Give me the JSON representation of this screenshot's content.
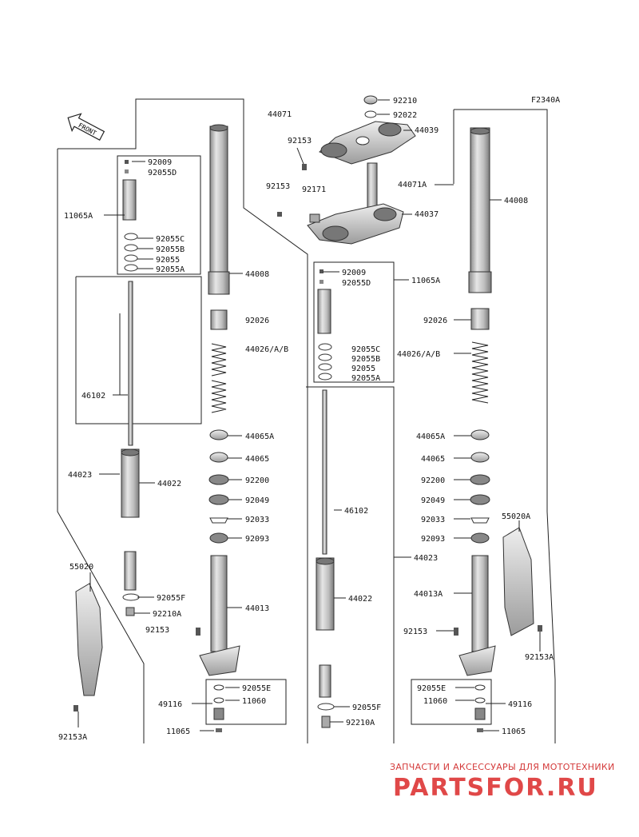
{
  "diagram_code": "F2340A",
  "front_arrow": "FRONT",
  "watermark": {
    "line1": "ЗАПЧАСТИ И АКСЕССУАРЫ ДЛЯ МОТОТЕХНИКИ",
    "line2": "PARTSFOR.RU"
  },
  "labels": {
    "l44071": "44071",
    "l92210": "92210",
    "l92022": "92022",
    "l44039": "44039",
    "l92153_top": "92153",
    "l92153_mid": "92153",
    "l92171": "92171",
    "l44037": "44037",
    "l44071A": "44071A",
    "l44008_r": "44008",
    "l92009_l": "92009",
    "l92055D_l": "92055D",
    "l11065A_l": "11065A",
    "l92055C_l": "92055C",
    "l92055B_l": "92055B",
    "l92055_l": "92055",
    "l92055A_l": "92055A",
    "l44008_l": "44008",
    "l92009_r": "92009",
    "l92055D_r": "92055D",
    "l11065A_r": "11065A",
    "l92026_l": "92026",
    "l92026_r": "92026",
    "l44026_l": "44026/A/B",
    "l44026_r": "44026/A/B",
    "l92055C_r": "92055C",
    "l92055B_r": "92055B",
    "l92055_r": "92055",
    "l92055A_r": "92055A",
    "l46102_l": "46102",
    "l44065A_l": "44065A",
    "l44065A_r": "44065A",
    "l44065_l": "44065",
    "l44065_r": "44065",
    "l44023_l": "44023",
    "l44022_l": "44022",
    "l92200_l": "92200",
    "l92200_r": "92200",
    "l92049_l": "92049",
    "l92049_r": "92049",
    "l46102_r": "46102",
    "l92033_l": "92033",
    "l92033_r": "92033",
    "l55020A": "55020A",
    "l92093_l": "92093",
    "l92093_r": "92093",
    "l44023_r": "44023",
    "l55020": "55020",
    "l44022_r": "44022",
    "l44013A": "44013A",
    "l92055F_l": "92055F",
    "l92210A_l": "92210A",
    "l44013": "44013",
    "l92153_l": "92153",
    "l92153_r": "92153",
    "l92153A_r": "92153A",
    "l92055E_l": "92055E",
    "l92055E_r": "92055E",
    "l49116_l": "49116",
    "l11060_l": "11060",
    "l11060_r": "11060",
    "l49116_r": "49116",
    "l92055F_r": "92055F",
    "l92210A_r": "92210A",
    "l92153A_l": "92153A",
    "l11065_l": "11065",
    "l11065_r": "11065"
  },
  "colors": {
    "part_fill": "#d8d8d8",
    "part_dark": "#9a9a9a",
    "watermark": "#e04848"
  }
}
